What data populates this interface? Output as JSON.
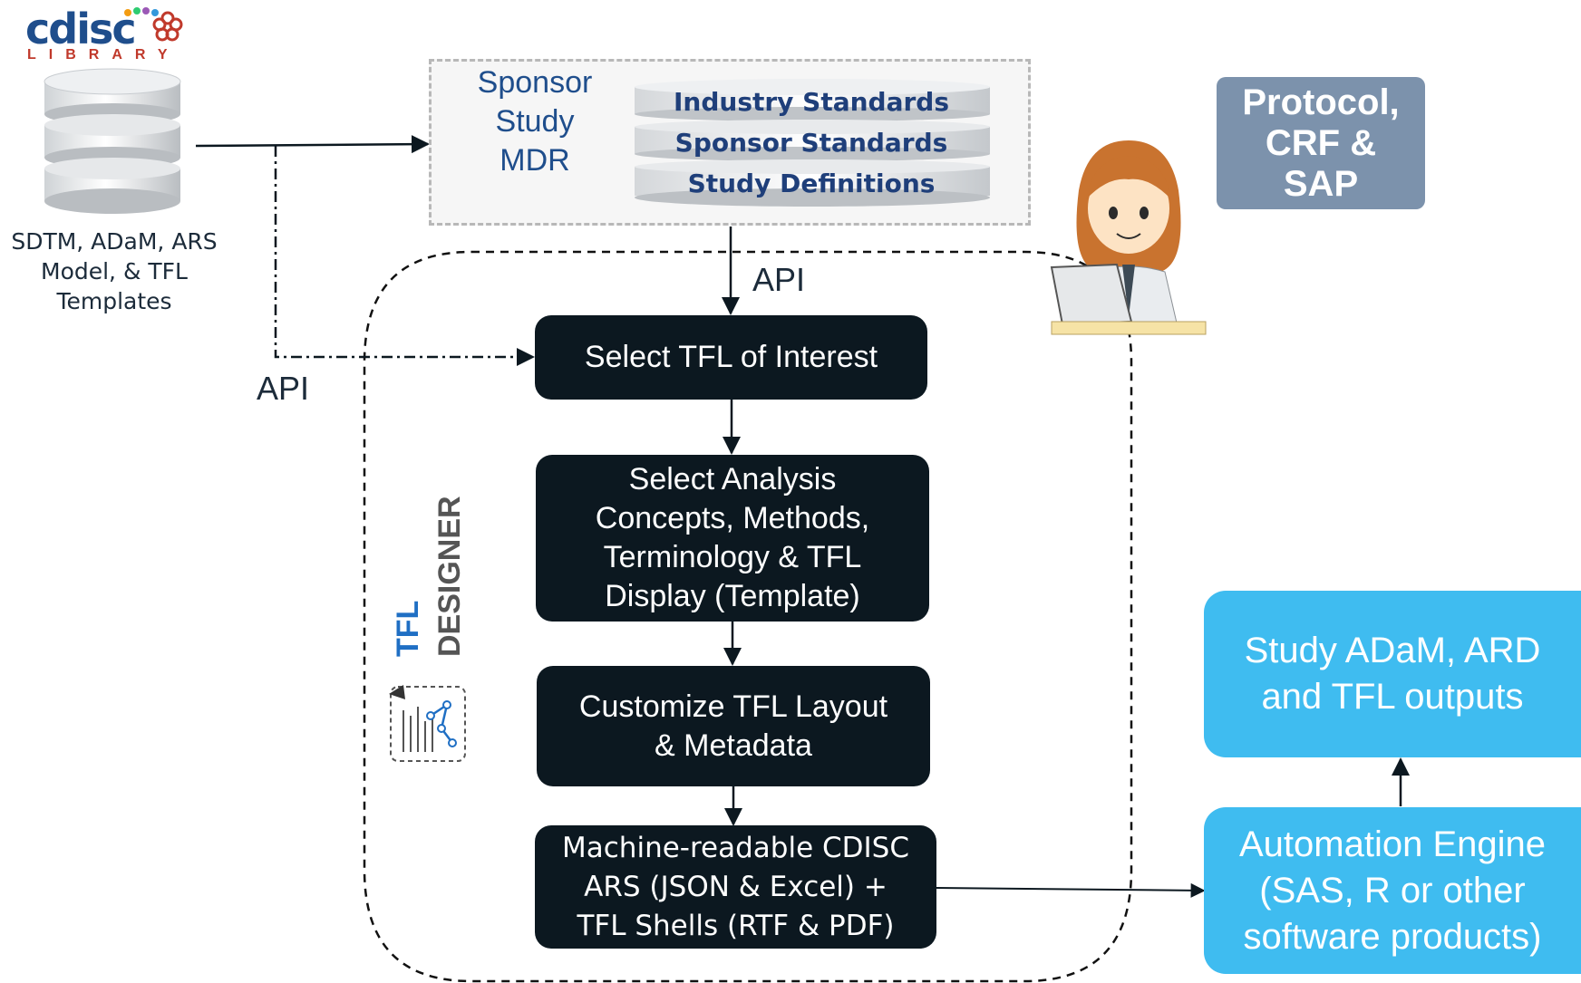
{
  "logo": {
    "word": "cdisc",
    "sub": "LIBRARY",
    "caption_lines": [
      "SDTM, ADaM, ARS",
      "Model, & TFL",
      "Templates"
    ]
  },
  "mdr": {
    "label_lines": [
      "Sponsor",
      "Study",
      "MDR"
    ],
    "layers": [
      "Industry Standards",
      "Sponsor Standards",
      "Study Definitions"
    ]
  },
  "protocol": {
    "lines": [
      "Protocol,",
      "CRF &",
      "SAP"
    ],
    "color": "#7c92ac"
  },
  "api_labels": {
    "top": "API",
    "left": "API"
  },
  "designer": {
    "tfl": "TFL",
    "designer": "DESIGNER",
    "tfl_color": "#1f6fc4",
    "designer_color": "#555555"
  },
  "steps": [
    {
      "lines": [
        "Select TFL of Interest"
      ]
    },
    {
      "lines": [
        "Select Analysis",
        "Concepts, Methods,",
        "Terminology & TFL",
        "Display (Template)"
      ]
    },
    {
      "lines": [
        "Customize TFL Layout",
        "& Metadata"
      ]
    },
    {
      "lines": [
        "Machine-readable CDISC",
        "ARS (JSON & Excel) +",
        "TFL Shells (RTF & PDF)"
      ]
    }
  ],
  "outputs": {
    "study_outputs": [
      "Study ADaM, ARD",
      "and TFL outputs"
    ],
    "engine": [
      "Automation Engine",
      "(SAS, R or other",
      "software products)"
    ],
    "color": "#3fbcf0"
  },
  "colors": {
    "step_bg": "#0c1820",
    "dark_text": "#1c2b3a",
    "brand_blue": "#1f4e8c"
  }
}
